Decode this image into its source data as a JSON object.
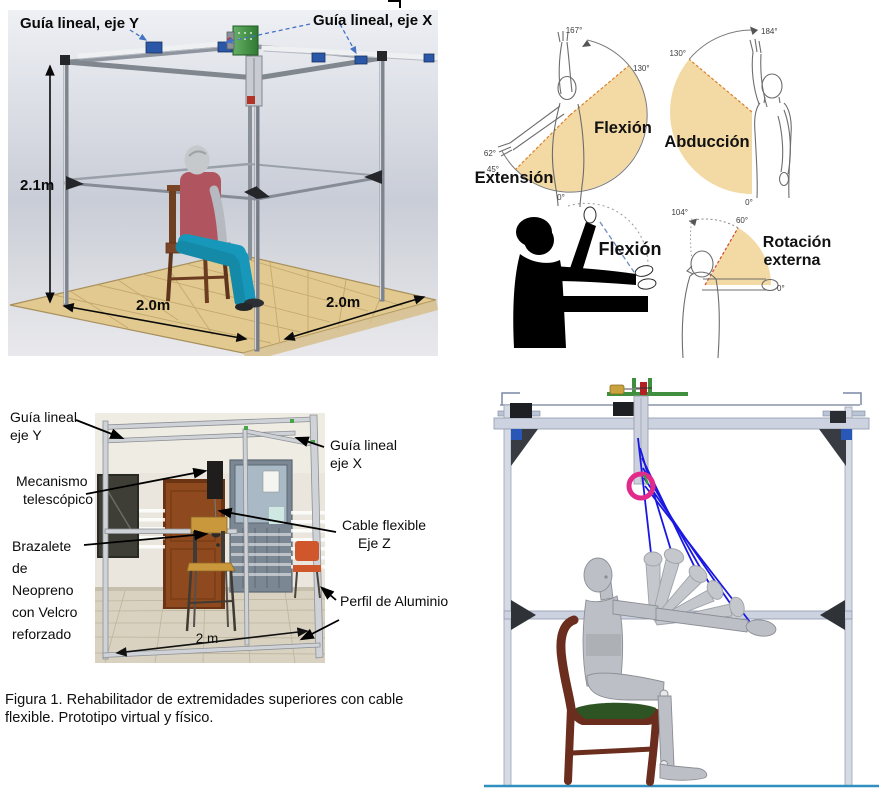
{
  "figure_caption": {
    "line1": "Figura 1. Rehabilitador de extremidades superiores con cable",
    "line2": "flexible. Prototipo virtual y físico."
  },
  "virtual_prototype": {
    "guide_y_label": "Guía lineal, eje Y",
    "guide_x_label": "Guía lineal, eje X",
    "height_dim": "2.1m",
    "depth_dim": "2.0m",
    "width_dim": "2.0m"
  },
  "rom_diagrams": {
    "flexion_extension": {
      "flexion": "Flexión",
      "extension": "Extensión",
      "angle_max_flexion": "167°",
      "angle_flexion_limit": "130°",
      "angle_extension_max": "62°",
      "angle_extension_limit": "45°",
      "angle_zero": "0°"
    },
    "abduction": {
      "label": "Abducción",
      "angle_max": "184°",
      "angle_limit": "130°",
      "angle_zero": "0°"
    },
    "elbow_flexion": {
      "label": "Flexión"
    },
    "external_rotation": {
      "label_line1": "Rotación",
      "label_line2": "externa",
      "angle_max": "104°",
      "angle_limit": "60°",
      "angle_zero": "0°"
    }
  },
  "physical_prototype": {
    "guide_y_line1": "Guía lineal",
    "guide_y_line2": "eje Y",
    "guide_x_line1": "Guía lineal",
    "guide_x_line2": "eje X",
    "telescopic_line1": "Mecanismo",
    "telescopic_line2": "telescópico",
    "cable_line1": "Cable flexible",
    "cable_line2": "Eje Z",
    "bracelet_line1": "Brazalete",
    "bracelet_line2": "de",
    "bracelet_line3": "Neopreno",
    "bracelet_line4": "con Velcro",
    "bracelet_line5": "reforzado",
    "profile_label": "Perfil de Aluminio",
    "width_dim": "2 m"
  },
  "colors": {
    "annotation_arrow_blue": "#4472c4",
    "rom_sector_tan": "#f3d9a4",
    "rom_dashed_edge": "#d9822b",
    "cable_blue": "#1a18e0",
    "ring_magenta": "#e12a8c",
    "floor_line_blue": "#2e8fc0",
    "motor_green": "#4c9a4c",
    "shirt_red": "#b05560",
    "pants_teal": "#1798ba"
  }
}
